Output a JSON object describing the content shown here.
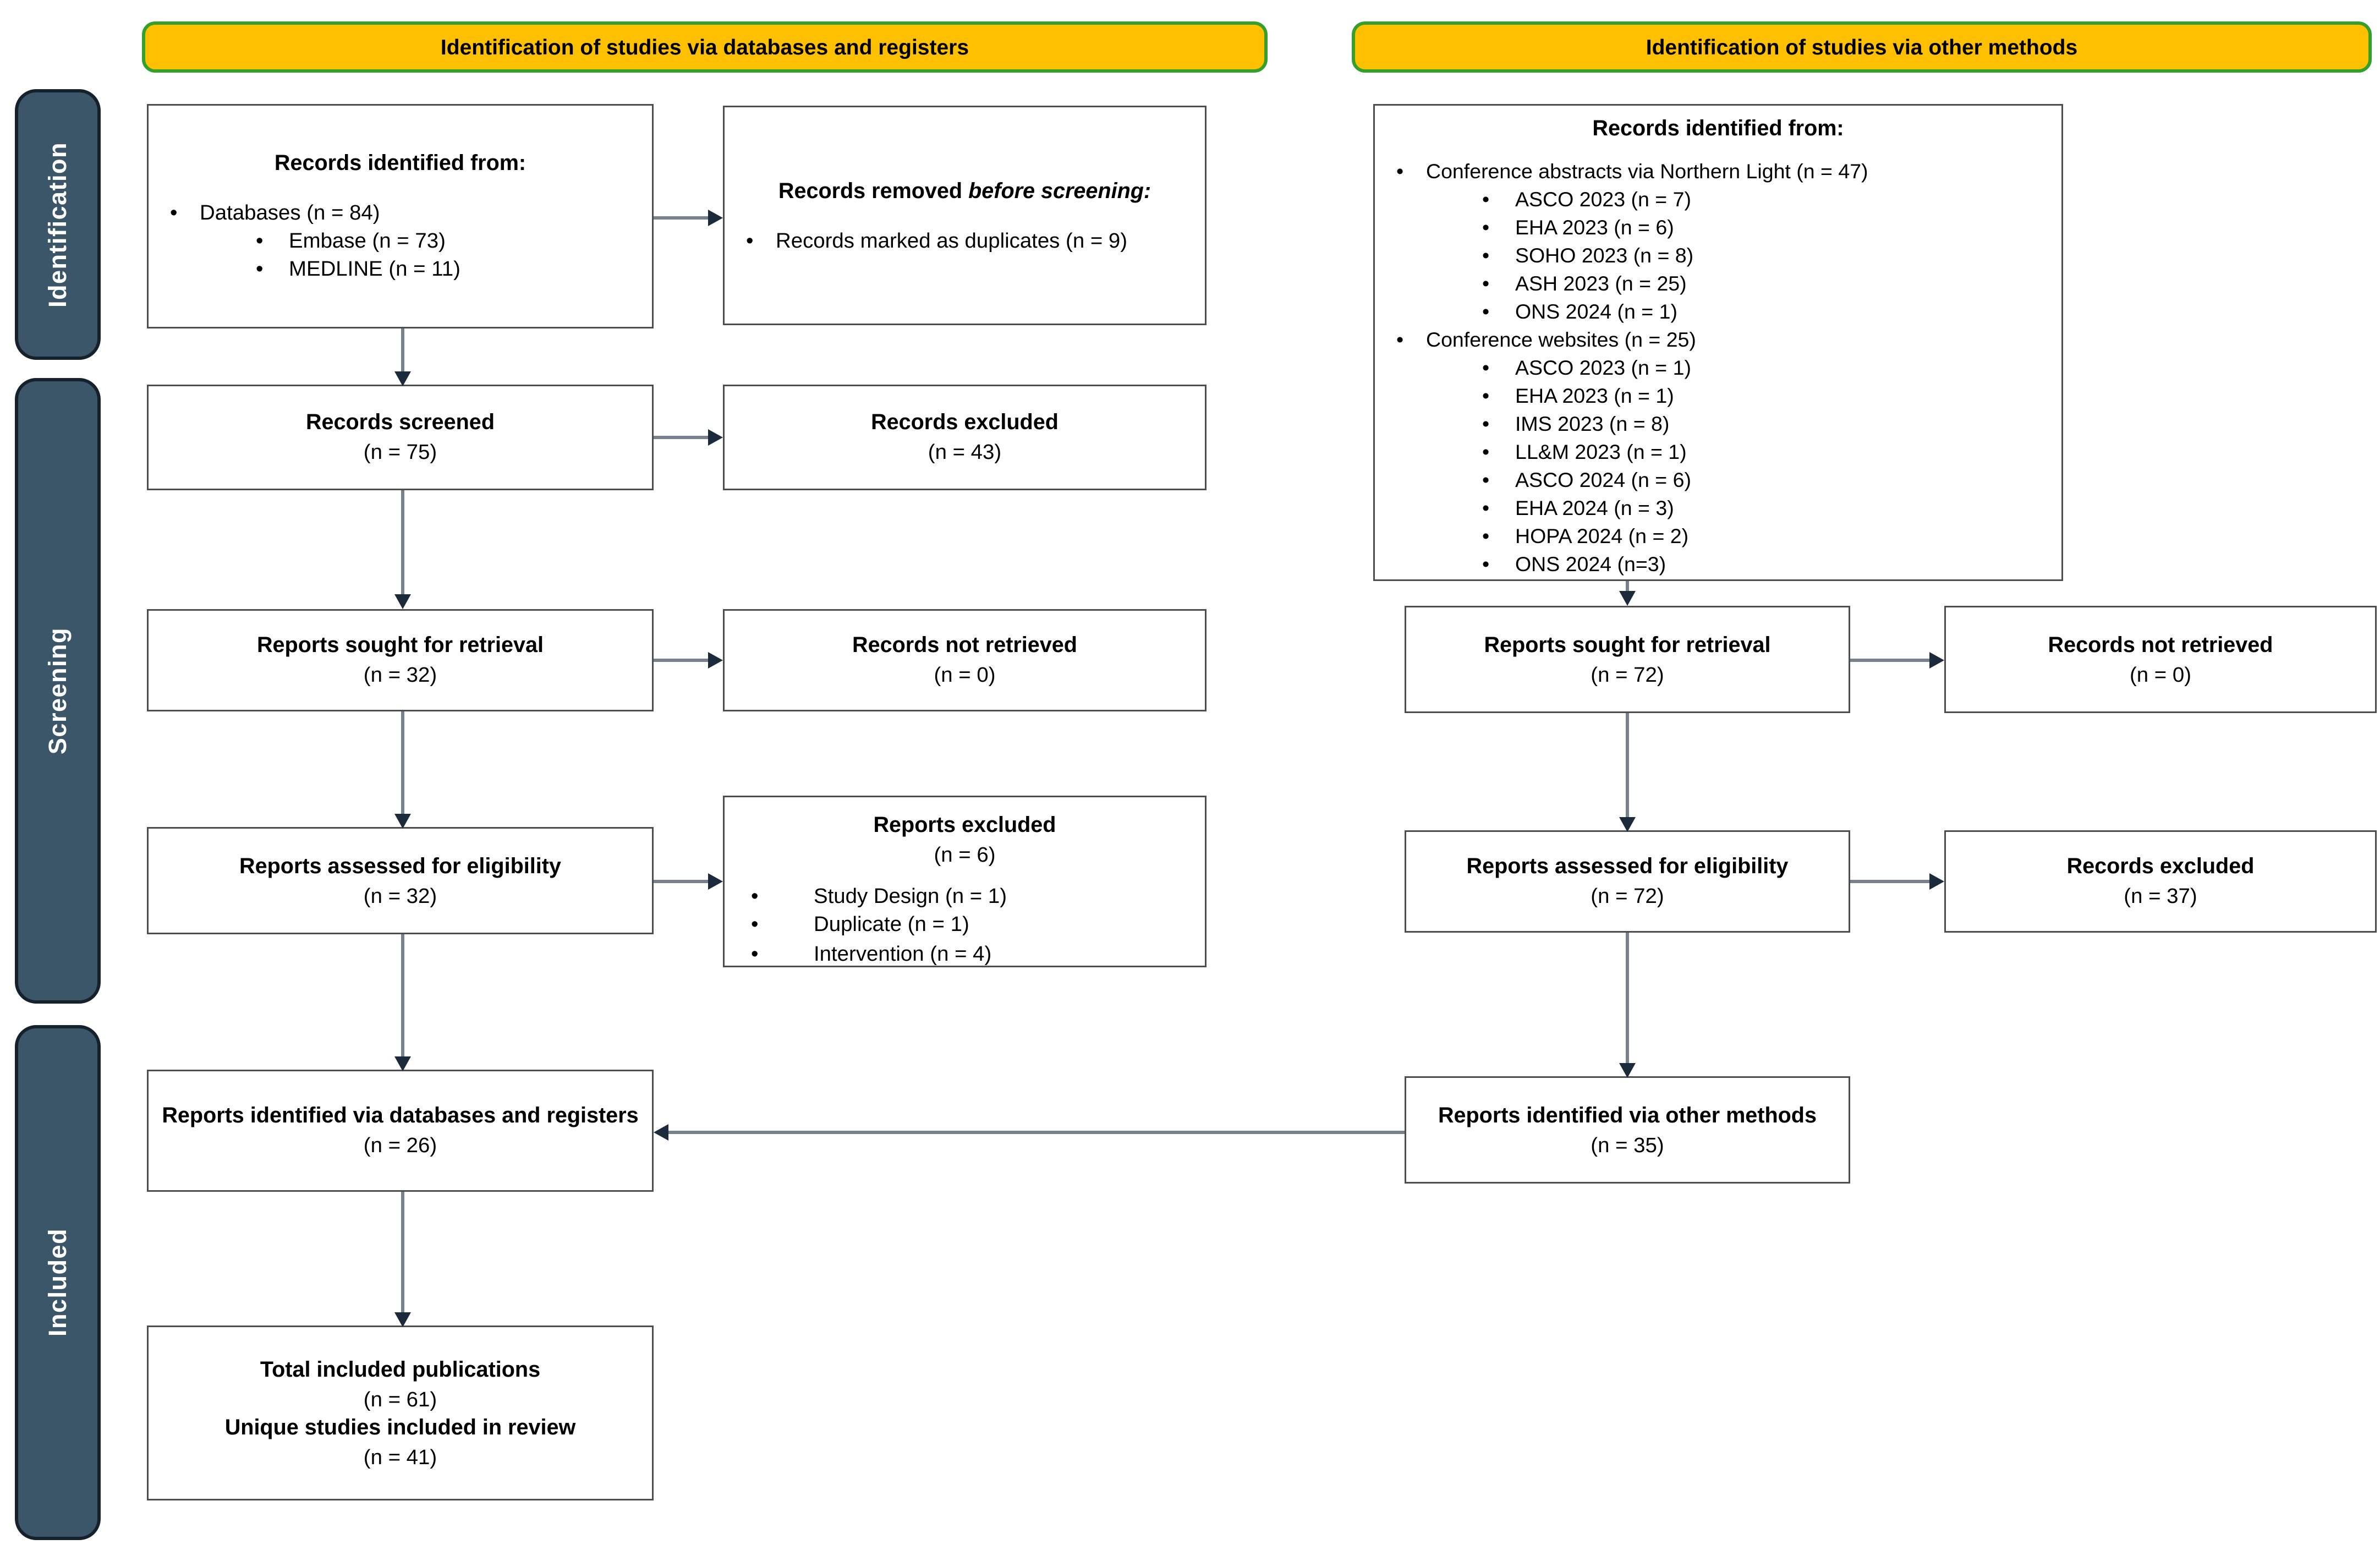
{
  "banners": {
    "databases": "Identification of studies via databases and registers",
    "other": "Identification of studies via other methods"
  },
  "sidebar": {
    "identification": "Identification",
    "screening": "Screening",
    "included": "Included"
  },
  "colors": {
    "banner_fill": "#FFC000",
    "banner_border": "#33A02C",
    "sidebar_fill": "#3B5668",
    "box_border": "#4D4D4D",
    "arrow_line": "#75828E",
    "arrow_head": "#1C2B3C"
  },
  "database_flow": {
    "identified": {
      "heading": "Records identified from:",
      "bullet": "Databases (n = 84)",
      "sub_bullets": [
        "Embase (n = 73)",
        "MEDLINE (n = 11)"
      ]
    },
    "removed": {
      "heading_regular": "Records removed ",
      "heading_italic": "before screening:",
      "bullet": "Records marked as duplicates  (n = 9)"
    },
    "screened": {
      "title": "Records screened",
      "count": "(n = 75)"
    },
    "screened_excluded": {
      "title": "Records excluded",
      "count": "(n = 43)"
    },
    "sought": {
      "title": "Reports sought for retrieval",
      "count": "(n = 32)"
    },
    "not_retrieved": {
      "title": "Records not retrieved",
      "count": "(n = 0)"
    },
    "assessed": {
      "title": "Reports assessed for eligibility",
      "count": "(n = 32)"
    },
    "reports_excluded": {
      "title": "Reports excluded",
      "count": "(n = 6)",
      "reasons": [
        "Study Design (n = 1)",
        "Duplicate (n = 1)",
        "Intervention (n = 4)"
      ]
    },
    "identified_via_db": {
      "title": "Reports identified via databases and registers",
      "count": "(n = 26)"
    },
    "total_included": {
      "line1": "Total included publications",
      "line2": "(n = 61)",
      "line3": "Unique studies included in review",
      "line4": "(n = 41)"
    }
  },
  "other_flow": {
    "identified": {
      "heading": "Records identified from:",
      "groups": [
        {
          "bullet": "Conference abstracts via Northern Light (n = 47)",
          "sub_bullets": [
            "ASCO 2023 (n = 7)",
            "EHA 2023 (n = 6)",
            "SOHO 2023 (n = 8)",
            "ASH 2023 (n = 25)",
            "ONS 2024 (n = 1)"
          ]
        },
        {
          "bullet": "Conference websites (n = 25)",
          "sub_bullets": [
            "ASCO 2023 (n = 1)",
            "EHA 2023 (n = 1)",
            "IMS 2023 (n = 8)",
            "LL&M 2023 (n = 1)",
            "ASCO 2024 (n = 6)",
            "EHA 2024 (n = 3)",
            "HOPA 2024 (n = 2)",
            "ONS 2024 (n=3)"
          ]
        }
      ]
    },
    "sought": {
      "title": "Reports sought for retrieval",
      "count": "(n = 72)"
    },
    "not_retrieved": {
      "title": "Records not retrieved",
      "count": "(n = 0)"
    },
    "assessed": {
      "title": "Reports assessed for eligibility",
      "count": "(n = 72)"
    },
    "excluded": {
      "title": "Records excluded",
      "count": "(n = 37)"
    },
    "identified_via_other": {
      "title": "Reports identified via other methods",
      "count": "(n = 35)"
    }
  }
}
